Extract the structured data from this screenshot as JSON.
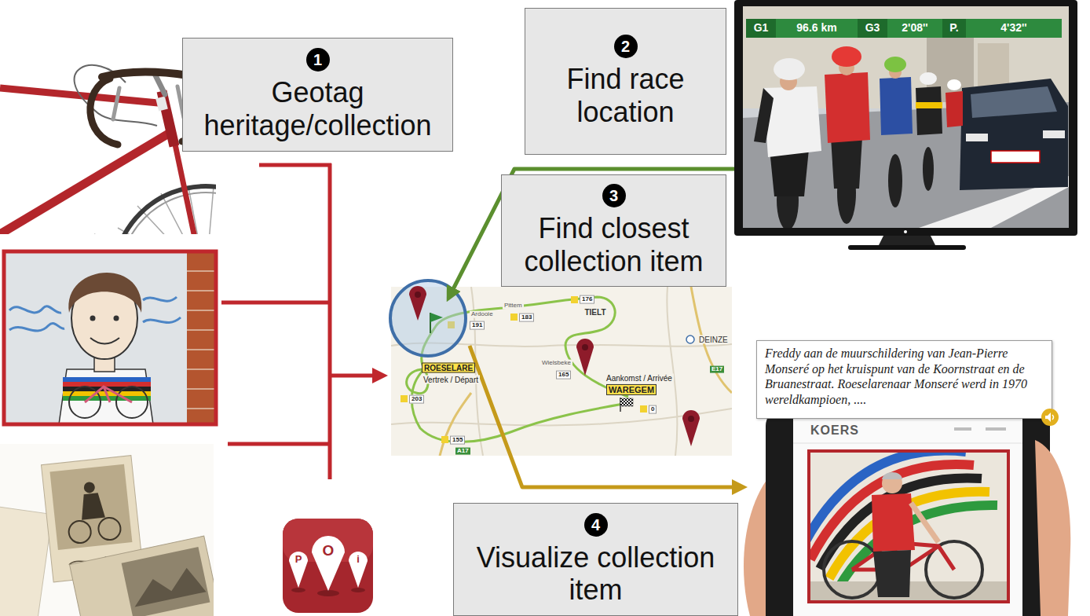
{
  "diagram": {
    "nodes": [
      {
        "text": [
          "1",
          "Geotag heritage/collection"
        ]
      },
      {
        "text": [
          "2",
          "Find race location"
        ]
      },
      {
        "text": [
          "3",
          "Find closest collection item"
        ]
      },
      {
        "text": [
          "4",
          "Visualize collection item"
        ]
      },
      {
        "text": [
          "Freddy aan de muurschildering van Jean-Pierre Monseré op het kruispunt van de Koornstraat en de Bruanestraat. Roeselarenaar Monseré werd in 1970 wereldkampioen, ...."
        ]
      }
    ],
    "labels": [
      "G1",
      "96.6 km",
      "G3",
      "2'08''",
      "P.",
      "4'32''",
      "TIELT",
      "DEINZE",
      "ROESELARE",
      "Vertrek / Départ",
      "Aankomst / Arrivée",
      "WAREGEM",
      "176",
      "191",
      "183",
      "165",
      "203",
      "155",
      "0",
      "Ardooie",
      "Pittem",
      "Wielsbeke",
      "E17",
      "A17",
      "KOERS",
      "P",
      "O",
      "i"
    ]
  }
}
